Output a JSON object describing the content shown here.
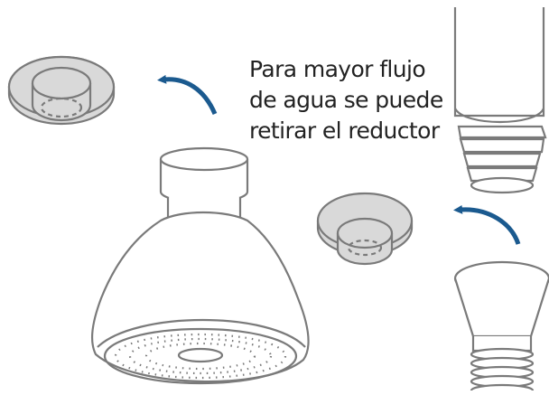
{
  "caption": {
    "lines": [
      "Para mayor flujo",
      "de agua se puede",
      "retirar el reductor"
    ]
  },
  "colors": {
    "line": "#7a7a7a",
    "reducer_fill": "#d9d9d9",
    "arrow": "#1b5a8f",
    "text": "#222222",
    "background": "#ffffff"
  },
  "icons": {
    "reducer": "flow-reducer-icon",
    "arrow": "curved-arrow-icon",
    "showerhead": "shower-head-icon",
    "pipe": "pipe-fitting-icon"
  }
}
